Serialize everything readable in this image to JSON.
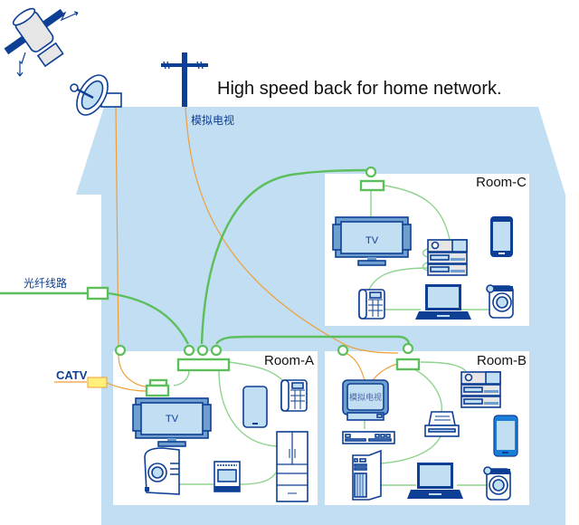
{
  "title": "High speed back for home network.",
  "labels": {
    "analog_tv": "模拟电视",
    "fiber_line": "光纤线路",
    "catv": "CATV"
  },
  "rooms": [
    {
      "id": "room-a",
      "label": "Room-A",
      "devices": [
        "TV",
        "set-top-box",
        "smartphone",
        "desk-phone",
        "refrigerator",
        "washing-machine",
        "oven",
        "network-switch"
      ]
    },
    {
      "id": "room-b",
      "label": "Room-B",
      "devices": [
        "CRT-TV",
        "video-recorder",
        "audio-stack",
        "printer",
        "smartphone",
        "desktop-tower",
        "laptop",
        "camera",
        "network-switch"
      ]
    },
    {
      "id": "room-c",
      "label": "Room-C",
      "devices": [
        "TV",
        "audio-stack",
        "smartphone",
        "desk-phone",
        "laptop",
        "camera",
        "network-switch"
      ]
    }
  ],
  "devices": {
    "tv_label": "TV",
    "crt_tv_label": "模拟电视"
  },
  "outside": {
    "items": [
      "satellite",
      "satellite-dish",
      "utility-pole"
    ]
  },
  "colors": {
    "house": "#c2def2",
    "room": "#ffffff",
    "device_stroke": "#0d3f94",
    "device_fill": "#c2def2",
    "fiber": "#5cbf5c",
    "coax": "#ee9f3a",
    "catv_box": "#fff07a",
    "text_blue": "#0d3f94"
  }
}
